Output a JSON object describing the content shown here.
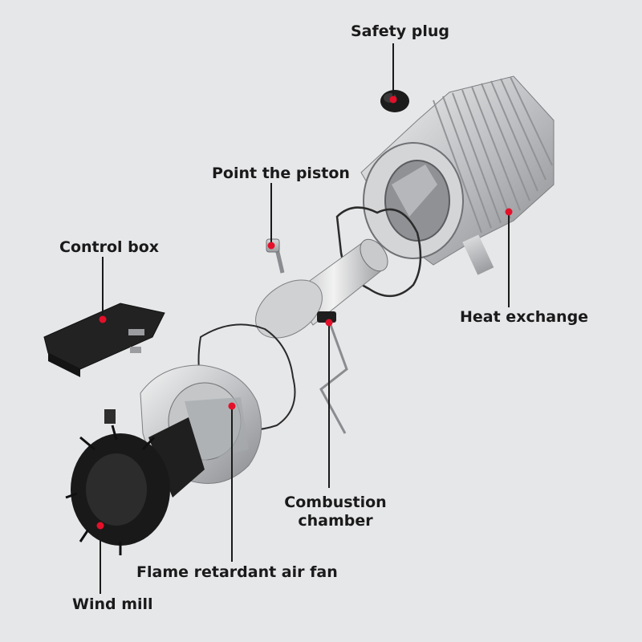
{
  "labels": {
    "safety_plug": "Safety plug",
    "point_the_piston": "Point the piston",
    "control_box": "Control box",
    "heat_exchange": "Heat exchange",
    "combustion_chamber_line1": "Combustion",
    "combustion_chamber_line2": "chamber",
    "flame_retardant_air_fan": "Flame retardant air fan",
    "wind_mill": "Wind mill"
  },
  "colors": {
    "background": "#e6e7e9",
    "callout_dot": "#e4102a",
    "leader_line": "#1a1a1a",
    "text": "#1a1a1a"
  }
}
